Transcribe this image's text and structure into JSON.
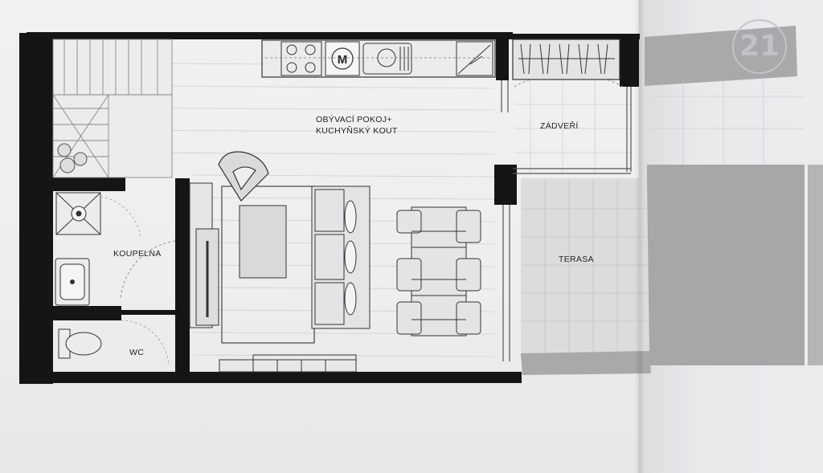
{
  "rooms": {
    "living": "OBÝVACÍ POKOJ+",
    "kitchen": "KUCHYŇSKÝ KOUT",
    "entry": "ZÁDVEŘÍ",
    "bathroom": "KOUPELNA",
    "wc": "WC",
    "terrace": "TERASA"
  },
  "appliances": {
    "microwave": "M"
  },
  "logo": "21",
  "colors": {
    "wall": "#151515",
    "paper": "#f0f0f1",
    "floor_line": "#c9c9cc",
    "shade": "#9a9a9c"
  }
}
